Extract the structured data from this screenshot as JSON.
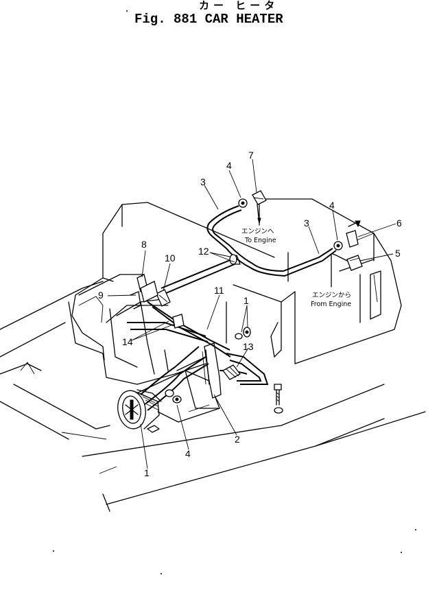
{
  "title": {
    "japanese": "カー ヒータ",
    "figure": "Fig. 881  CAR HEATER"
  },
  "callouts": {
    "c1_top": "1",
    "c1_bottom": "1",
    "c2": "2",
    "c3_left": "3",
    "c3_right": "3",
    "c4_top_left": "4",
    "c4_top_right": "4",
    "c4_bottom": "4",
    "c5": "5",
    "c6": "6",
    "c7": "7",
    "c8": "8",
    "c9": "9",
    "c10": "10",
    "c11": "11",
    "c12": "12",
    "c13": "13",
    "c14": "14"
  },
  "notes": {
    "to_engine_jp": "エンジンへ",
    "to_engine_en": "To Engine",
    "from_engine_jp": "エンジンから",
    "from_engine_en": "From Engine"
  }
}
